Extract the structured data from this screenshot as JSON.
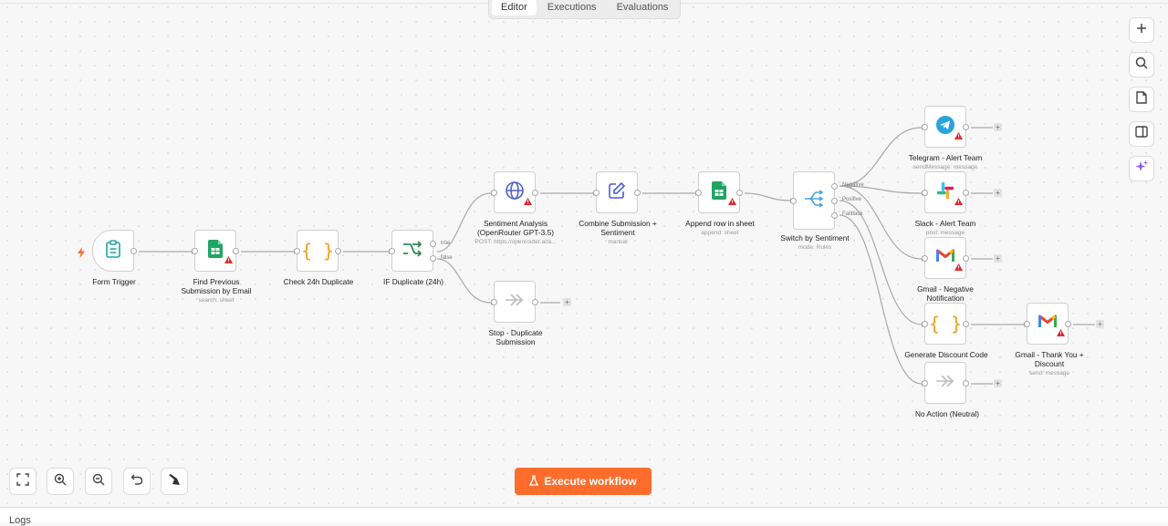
{
  "tabs": [
    {
      "label": "Editor",
      "active": true
    },
    {
      "label": "Executions",
      "active": false
    },
    {
      "label": "Evaluations",
      "active": false
    }
  ],
  "nodes": {
    "form_trigger": {
      "label": "Form Trigger",
      "sub": ""
    },
    "find_prev": {
      "label": "Find Previous Submission by Email",
      "sub": "search: sheet"
    },
    "check_24h": {
      "label": "Check 24h Duplicate",
      "sub": ""
    },
    "if_dup": {
      "label": "IF Duplicate (24h)",
      "sub": "",
      "out_true": "true",
      "out_false": "false"
    },
    "sentiment": {
      "label": "Sentiment Analysis (OpenRouter GPT-3.5)",
      "sub": "POST: https://openrouter.ai/a..."
    },
    "stop_dup": {
      "label": "Stop - Duplicate Submission",
      "sub": ""
    },
    "combine": {
      "label": "Combine Submission + Sentiment",
      "sub": "manual"
    },
    "append_row": {
      "label": "Append row in sheet",
      "sub": "append: sheet"
    },
    "switch": {
      "label": "Switch by Sentiment",
      "sub": "mode: Rules",
      "out_negative": "Negative",
      "out_positive": "Positive",
      "out_fallback": "Fallback"
    },
    "telegram": {
      "label": "Telegram - Alert Team",
      "sub": "sendMessage: message"
    },
    "slack": {
      "label": "Slack - Alert Team",
      "sub": "post: message"
    },
    "gmail_neg": {
      "label": "Gmail - Negative Notification",
      "sub": ""
    },
    "gen_discount": {
      "label": "Generate Discount Code",
      "sub": ""
    },
    "no_action": {
      "label": "No Action (Neutral)",
      "sub": ""
    },
    "gmail_thanks": {
      "label": "Gmail - Thank You + Discount",
      "sub": "send: message"
    }
  },
  "execute_button": {
    "label": "Execute workflow"
  },
  "logs_label": "Logs",
  "plus_symbol": "+",
  "colors": {
    "accent": "#ff6d2d",
    "warning": "#e0242b",
    "sheets_green": "#1fa463",
    "code_orange": "#f0a020",
    "if_green": "#2e8b57",
    "http_blue": "#5062c8",
    "edit_blue": "#4b5bd6",
    "switch_blue": "#4aa3df",
    "telegram": "#2aa3e1",
    "ai_purple": "#8a5cf6"
  },
  "icons": {
    "trigger": "bolt-icon",
    "form": "clipboard-icon",
    "sheets": "google-sheets-icon",
    "code": "braces-icon",
    "if": "branch-icon",
    "http": "globe-icon",
    "noop": "arrows-right-icon",
    "edit": "pencil-square-icon",
    "switch": "switch-icon",
    "telegram": "telegram-icon",
    "slack": "slack-icon",
    "gmail": "gmail-icon",
    "warning": "warning-triangle-icon"
  }
}
